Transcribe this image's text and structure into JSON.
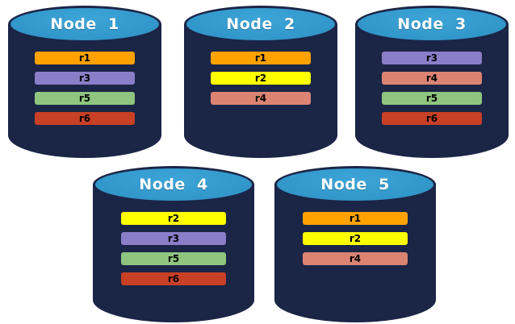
{
  "colors": {
    "background": "#FFFFFF",
    "cylinder_body": "#1B2546",
    "cylinder_top": "#3399CC",
    "title_text": "#FFFFFF",
    "bar_text": "#000000",
    "replica_r1": "#FFA200",
    "replica_r2": "#FFFF00",
    "replica_r3": "#8B7EC8",
    "replica_r4": "#DC8472",
    "replica_r5": "#8FC57E",
    "replica_r6": "#C84026"
  },
  "nodes": [
    {
      "title": "Node  1",
      "replicas": [
        {
          "label": "r1",
          "color": "#FFA200"
        },
        {
          "label": "r3",
          "color": "#8B7EC8"
        },
        {
          "label": "r5",
          "color": "#8FC57E"
        },
        {
          "label": "r6",
          "color": "#C84026"
        }
      ]
    },
    {
      "title": "Node  2",
      "replicas": [
        {
          "label": "r1",
          "color": "#FFA200"
        },
        {
          "label": "r2",
          "color": "#FFFF00"
        },
        {
          "label": "r4",
          "color": "#DC8472"
        }
      ]
    },
    {
      "title": "Node  3",
      "replicas": [
        {
          "label": "r3",
          "color": "#8B7EC8"
        },
        {
          "label": "r4",
          "color": "#DC8472"
        },
        {
          "label": "r5",
          "color": "#8FC57E"
        },
        {
          "label": "r6",
          "color": "#C84026"
        }
      ]
    },
    {
      "title": "Node  4",
      "replicas": [
        {
          "label": "r2",
          "color": "#FFFF00"
        },
        {
          "label": "r3",
          "color": "#8B7EC8"
        },
        {
          "label": "r5",
          "color": "#8FC57E"
        },
        {
          "label": "r6",
          "color": "#C84026"
        }
      ]
    },
    {
      "title": "Node  5",
      "replicas": [
        {
          "label": "r1",
          "color": "#FFA200"
        },
        {
          "label": "r2",
          "color": "#FFFF00"
        },
        {
          "label": "r4",
          "color": "#DC8472"
        }
      ]
    }
  ]
}
